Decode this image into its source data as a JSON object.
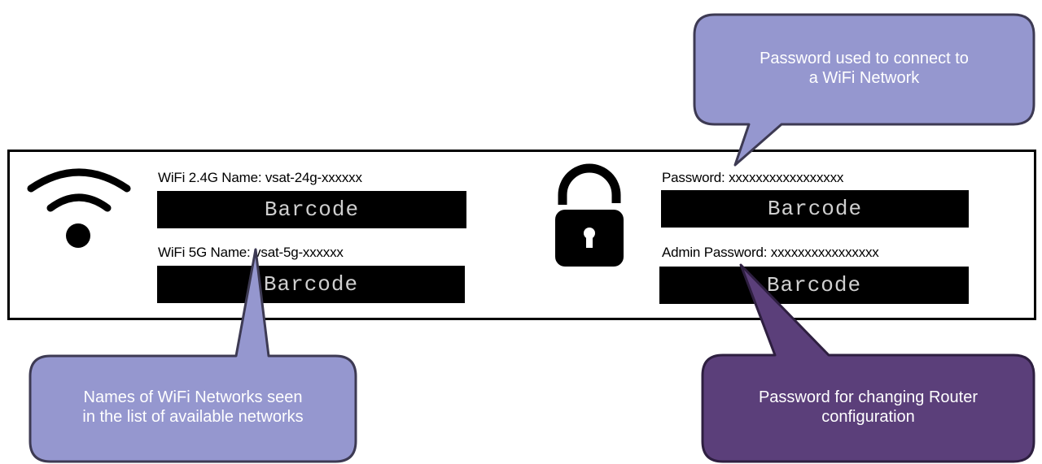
{
  "fields": {
    "wifi24_label": "WiFi 2.4G Name: vsat-24g-xxxxxx",
    "wifi24_barcode": "Barcode",
    "wifi5_label": "WiFi 5G Name: vsat-5g-xxxxxx",
    "wifi5_barcode": "Barcode",
    "password_label": "Password: xxxxxxxxxxxxxxxxx",
    "password_barcode": "Barcode",
    "admin_label": "Admin Password: xxxxxxxxxxxxxxxx",
    "admin_barcode": "Barcode"
  },
  "callouts": {
    "password": {
      "line1": "Password used to connect to",
      "line2": "a WiFi Network",
      "color": "#9597CF"
    },
    "names": {
      "line1": "Names of WiFi Networks seen",
      "line2": "in the list of available networks",
      "color": "#9597CF"
    },
    "admin": {
      "line1": "Password for changing Router",
      "line2": "configuration",
      "color": "#5B3F7A"
    }
  },
  "icons": [
    "wifi-icon",
    "padlock-icon"
  ]
}
